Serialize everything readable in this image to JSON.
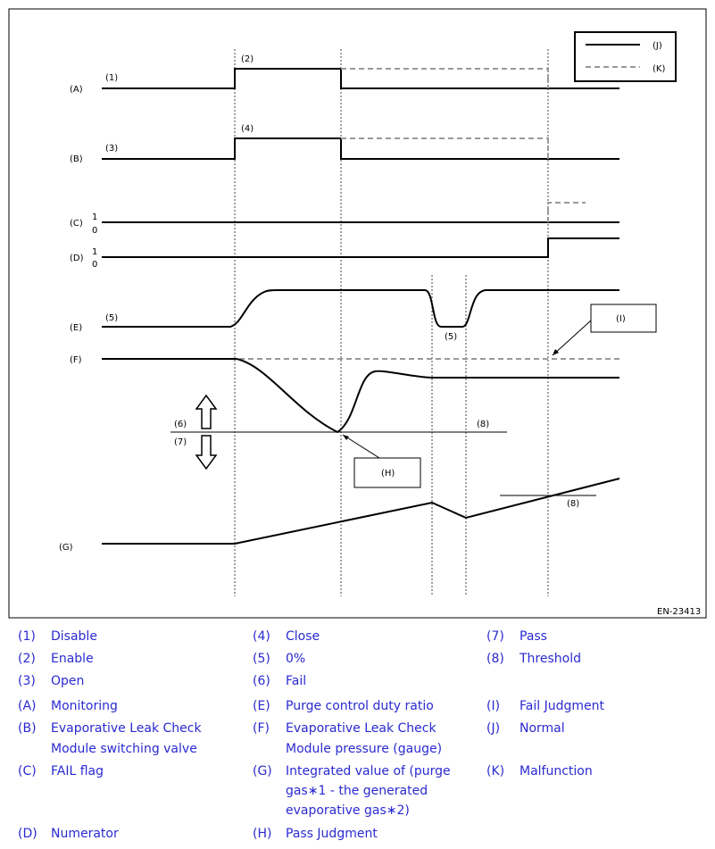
{
  "figure": {
    "id_label": "EN-23413",
    "rows": {
      "A": "(A)",
      "B": "(B)",
      "C": "(C)",
      "D": "(D)",
      "E": "(E)",
      "F": "(F)",
      "G": "(G)"
    },
    "markers": {
      "m1": "(1)",
      "m2": "(2)",
      "m3": "(3)",
      "m4": "(4)",
      "m5a": "(5)",
      "m5b": "(5)",
      "m6": "(6)",
      "m7": "(7)",
      "m8a": "(8)",
      "m8b": "(8)"
    },
    "flag_levels": {
      "one": "1",
      "zero": "0"
    },
    "callouts": {
      "H": "(H)",
      "I": "(I)"
    },
    "key": {
      "J": "(J)",
      "K": "(K)"
    }
  },
  "legend": [
    [
      {
        "code": "(1)",
        "text": "Disable"
      },
      {
        "code": "(4)",
        "text": "Close"
      },
      {
        "code": "(7)",
        "text": "Pass"
      }
    ],
    [
      {
        "code": "(2)",
        "text": "Enable"
      },
      {
        "code": "(5)",
        "text": "0%"
      },
      {
        "code": "(8)",
        "text": "Threshold"
      }
    ],
    [
      {
        "code": "(3)",
        "text": "Open"
      },
      {
        "code": "(6)",
        "text": "Fail"
      },
      {
        "code": "",
        "text": ""
      }
    ],
    [
      {
        "code": "(A)",
        "text": "Monitoring"
      },
      {
        "code": "(E)",
        "text": "Purge control duty ratio"
      },
      {
        "code": "(I)",
        "text": "Fail Judgment"
      }
    ],
    [
      {
        "code": "(B)",
        "text": "Evaporative Leak Check"
      },
      {
        "code": "(F)",
        "text": "Evaporative Leak Check"
      },
      {
        "code": "(J)",
        "text": "Normal"
      }
    ],
    [
      {
        "code": "",
        "text": "Module switching valve"
      },
      {
        "code": "",
        "text": "Module pressure (gauge)"
      },
      {
        "code": "",
        "text": ""
      }
    ],
    [
      {
        "code": "(C)",
        "text": "FAIL flag"
      },
      {
        "code": "(G)",
        "text": "Integrated value of (purge"
      },
      {
        "code": "(K)",
        "text": "Malfunction"
      }
    ],
    [
      {
        "code": "",
        "text": ""
      },
      {
        "code": "",
        "text": "gas∗1 - the generated"
      },
      {
        "code": "",
        "text": ""
      }
    ],
    [
      {
        "code": "",
        "text": ""
      },
      {
        "code": "",
        "text": "evaporative gas∗2)"
      },
      {
        "code": "",
        "text": ""
      }
    ],
    [
      {
        "code": "(D)",
        "text": "Numerator"
      },
      {
        "code": "(H)",
        "text": "Pass Judgment"
      },
      {
        "code": "",
        "text": ""
      }
    ]
  ]
}
